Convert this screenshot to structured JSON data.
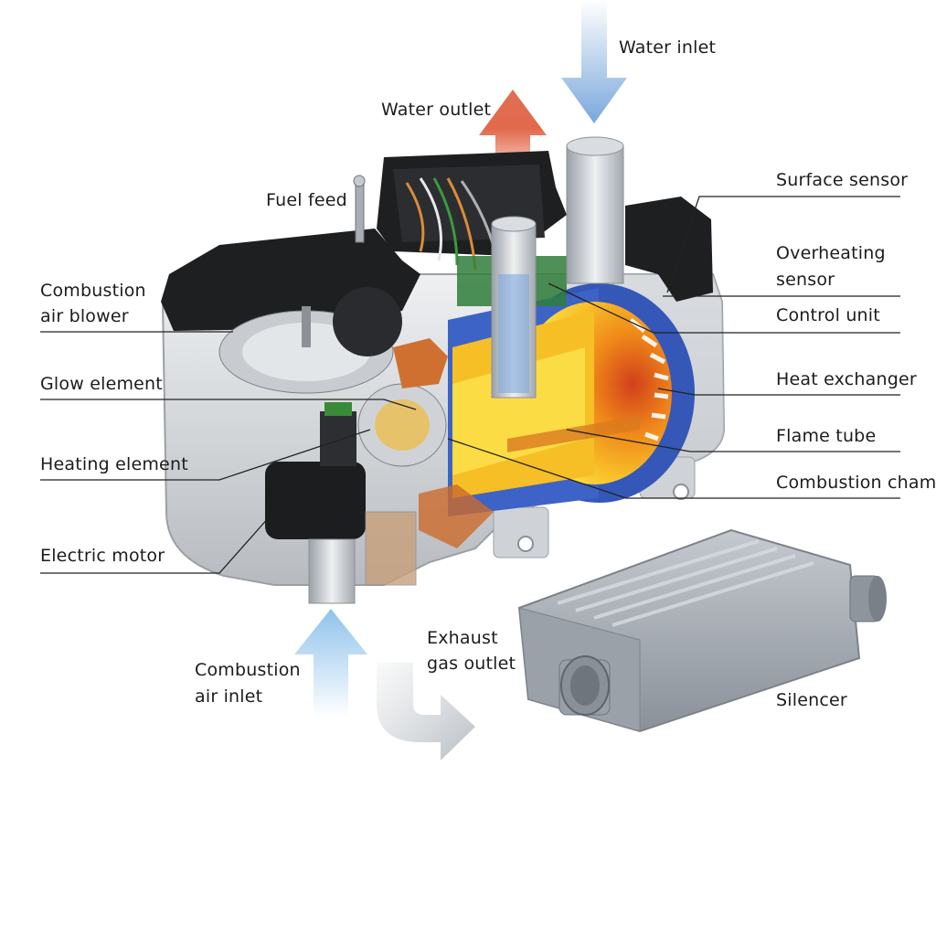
{
  "labels": {
    "water_inlet": "Water inlet",
    "water_outlet": "Water outlet",
    "fuel_feed": "Fuel feed",
    "surface_sensor": "Surface sensor",
    "overheating_sensor_line1": "Overheating",
    "overheating_sensor_line2": "sensor",
    "combustion_air_blower_line1": "Combustion",
    "combustion_air_blower_line2": "air blower",
    "control_unit": "Control unit",
    "glow_element": "Glow element",
    "heat_exchanger": "Heat exchanger",
    "flame_tube": "Flame tube",
    "heating_element": "Heating element",
    "combustion_chamber": "Combustion chamber",
    "electric_motor": "Electric motor",
    "exhaust_gas_outlet_line1": "Exhaust",
    "exhaust_gas_outlet_line2": "gas outlet",
    "combustion_air_inlet_line1": "Combustion",
    "combustion_air_inlet_line2": "air inlet",
    "silencer": "Silencer"
  },
  "colors": {
    "water_inlet_arrow": "#7aa7dc",
    "water_outlet_arrow": "#e2694b",
    "air_inlet_arrow": "#8fc2ec",
    "exhaust_arrow": "#c9ced3",
    "housing": "#d3d6d9",
    "cover": "#1e1f21",
    "heat_exchanger": "#3457b8",
    "flame": "#f7b21c",
    "silencer": "#9ea4ac"
  }
}
